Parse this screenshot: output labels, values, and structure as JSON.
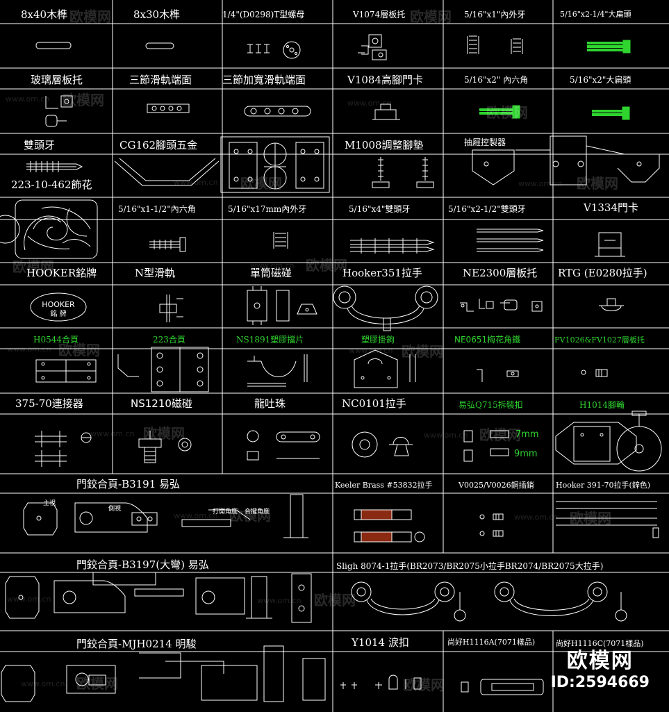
{
  "cells": [
    {
      "label": "8x40木榫"
    },
    {
      "label": "8x30木榫"
    },
    {
      "label": "1/4\"(D0298)T型螺母"
    },
    {
      "label": "V1074層板托"
    },
    {
      "label": "5/16\"x1\"內外牙"
    },
    {
      "label": "5/16\"x2-1/4\"大扁頭"
    },
    {
      "label": "玻璃層板托"
    },
    {
      "label": "三節滑軌端面"
    },
    {
      "label": "三節加寬滑軌端面"
    },
    {
      "label": "V1084高腳門卡"
    },
    {
      "label": "5/16\"x2\" 內六角"
    },
    {
      "label": "5/16\"x2\"大扁頭"
    },
    {
      "label": "雙頭牙"
    },
    {
      "label": "CG162腳頭五金"
    },
    {
      "label": "M1008調整腳墊"
    },
    {
      "label": "抽屜控製器"
    },
    {
      "label": "223-10-462飾花"
    },
    {
      "label": "5/16\"x1-1/2\"內六角"
    },
    {
      "label": "5/16\"x17mm內外牙"
    },
    {
      "label": "5/16\"x4\"雙頭牙"
    },
    {
      "label": "5/16\"x2-1/2\"雙頭牙"
    },
    {
      "label": "V1334門卡"
    },
    {
      "label": "HOOKER銘牌"
    },
    {
      "label": "N型滑軌"
    },
    {
      "label": "單筒磁碰"
    },
    {
      "label": "Hooker351拉手"
    },
    {
      "label": "NE2300層板托"
    },
    {
      "label": "RTG (E0280拉手)"
    },
    {
      "label": "H0544合頁"
    },
    {
      "label": "223合頁"
    },
    {
      "label": "NS1891塑膠擋片"
    },
    {
      "label": "塑膠掛鉤"
    },
    {
      "label": "NE0651梅花角鐵"
    },
    {
      "label": "FV1026&FV1027層板托"
    },
    {
      "label": "375-70連接器"
    },
    {
      "label": "NS1210磁碰"
    },
    {
      "label": "龍吐珠"
    },
    {
      "label": "NC0101拉手"
    },
    {
      "label": "易弘Q715拆裝扣"
    },
    {
      "label": "H1014腳輪"
    },
    {
      "label": "門鉸合頁-B3191 易弘"
    },
    {
      "label": "Keeler Brass #53832拉手"
    },
    {
      "label": "V0025/V0026銅插銷"
    },
    {
      "label": "Hooker 391-70拉手(鋅色)"
    },
    {
      "label": "門鉸合頁-B3197(大彎) 易弘"
    },
    {
      "label": "Sligh 8074-1拉手(BR2073/BR2075小拉手BR2074/BR2075大拉手)"
    },
    {
      "label": "門鉸合頁-MJH0214 明駿"
    },
    {
      "label": "Y1014 淚扣"
    },
    {
      "label": "尚好H1116A(7071樣品)"
    },
    {
      "label": "尚好H1116C(7071樣品)"
    }
  ],
  "plate_text": {
    "line1": "HOOKER",
    "line2": "銘 牌"
  },
  "dimensions": {
    "d1": "7mm",
    "d2": "9mm"
  },
  "hinge_notes": {
    "n1": "主視",
    "n2": "側視",
    "n3": "打開角度",
    "n4": "合攏角度"
  },
  "watermark": {
    "text": "欧模网",
    "url": "www.om.cn"
  },
  "brand": {
    "name": "欧模网",
    "id": "ID:2594669"
  },
  "colors": {
    "background": "#000000",
    "lines": "#ffffff",
    "accent": "#2fd42f",
    "pull": "#8b2a12"
  }
}
